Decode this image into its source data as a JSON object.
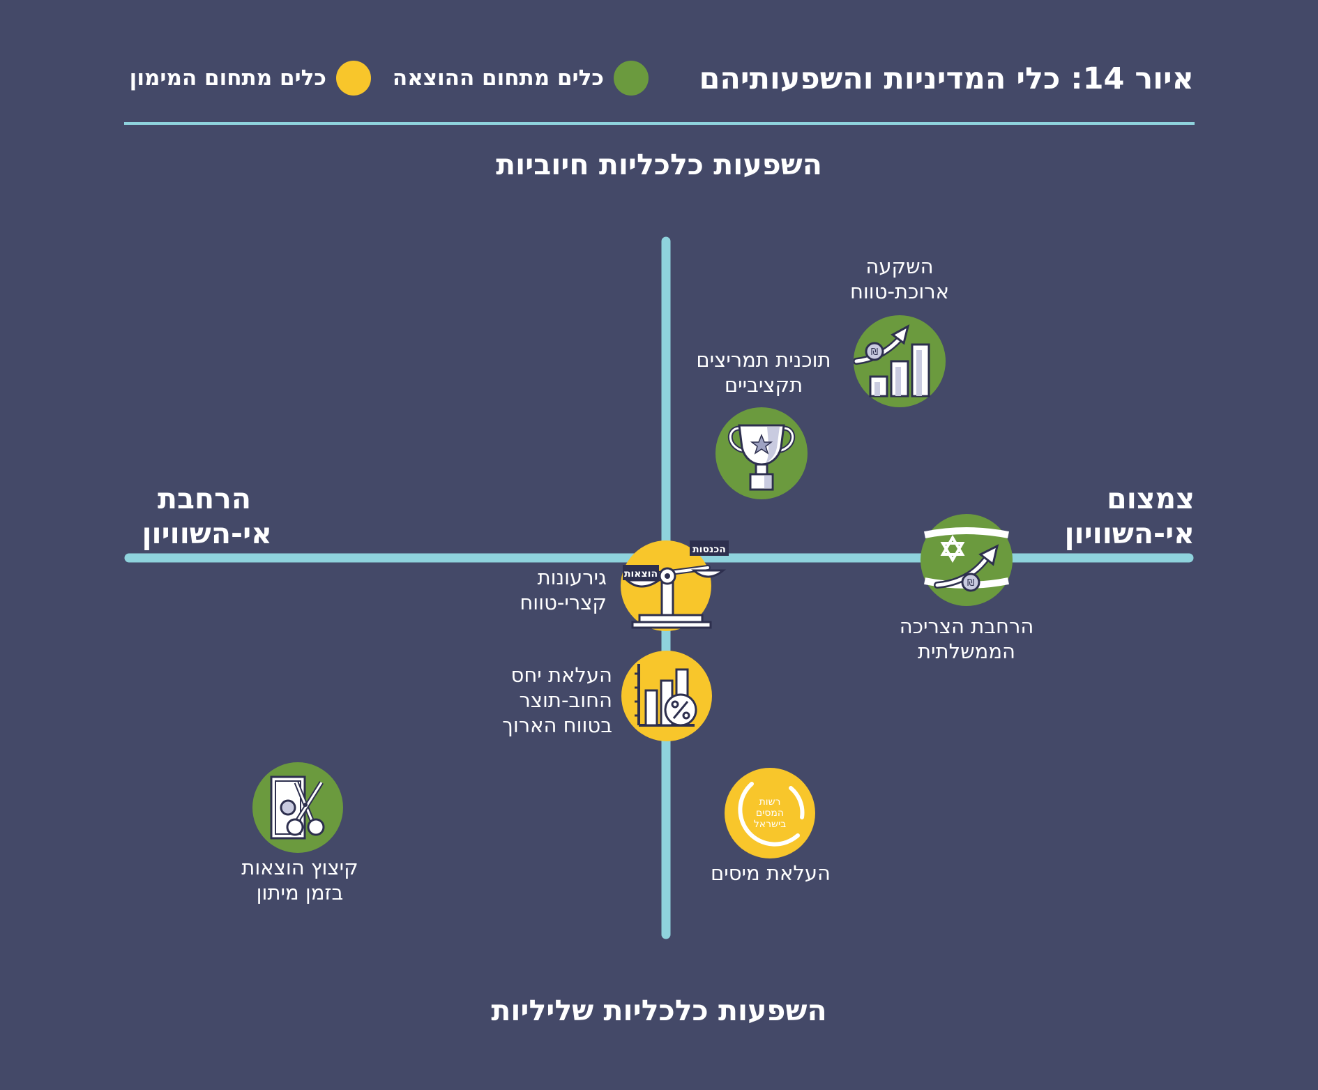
{
  "title": "איור 14: כלי המדיניות והשפעותיהם",
  "legend": [
    {
      "label": "כלים מתחום ההוצאה",
      "color": "#6b9a3e"
    },
    {
      "label": "כלים מתחום המימון",
      "color": "#f8c62b"
    }
  ],
  "axes": {
    "top": "השפעות כלכליות חיוביות",
    "bottom": "השפעות כלכליות שליליות",
    "right": {
      "line1": "צמצום",
      "line2": "אי-השוויון"
    },
    "left": {
      "line1": "הרחבת",
      "line2": "אי-השוויון"
    }
  },
  "items": [
    {
      "id": "long-term-investment",
      "line1": "השקעה",
      "line2": "ארוכת-טווח",
      "category": "spending",
      "icon": "growth-chart-icon"
    },
    {
      "id": "fiscal-incentives",
      "line1": "תוכנית תמריצים",
      "line2": "תקציביים",
      "category": "spending",
      "icon": "trophy-icon"
    },
    {
      "id": "gov-consumption",
      "line1": "הרחבת הצריכה",
      "line2": "הממשלתית",
      "category": "spending",
      "icon": "israel-flag-icon"
    },
    {
      "id": "short-term-deficit",
      "line1": "גירעונות",
      "line2": "קצרי-טווח",
      "category": "financing",
      "icon": "balance-scale-icon",
      "scale_left": "הוצאות",
      "scale_right": "הכנסות"
    },
    {
      "id": "debt-ratio",
      "line1": "העלאת יחס",
      "line2": "החוב-תוצר",
      "line3": "בטווח הארוך",
      "category": "financing",
      "icon": "percent-chart-icon"
    },
    {
      "id": "tax-increase",
      "line1": "העלאת מיסים",
      "category": "financing",
      "icon": "tax-authority-logo-icon",
      "logo_text": [
        "רשות",
        "המסים",
        "בישראל"
      ]
    },
    {
      "id": "spending-cut",
      "line1": "קיצוץ הוצאות",
      "line2": "בזמן מיתון",
      "category": "spending",
      "icon": "scissors-cut-money-icon"
    }
  ]
}
